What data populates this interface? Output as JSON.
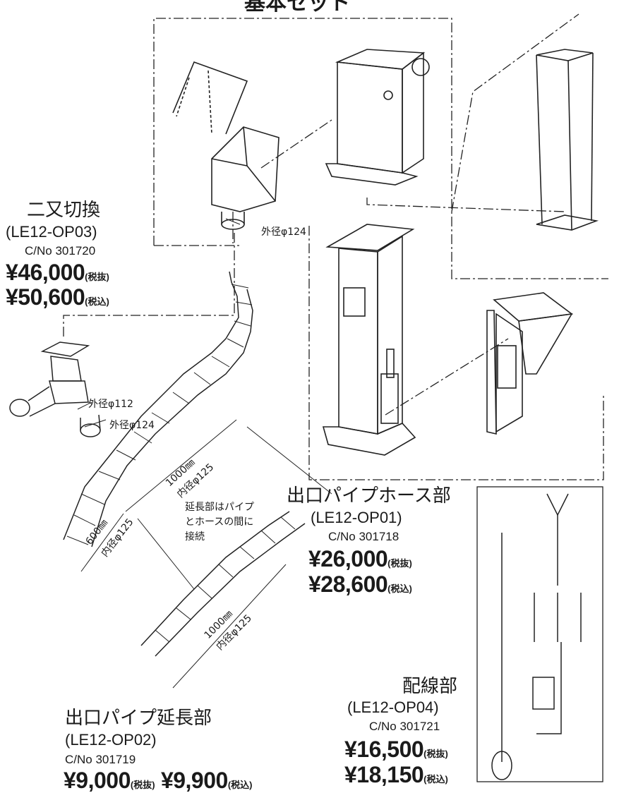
{
  "header": {
    "title": "基本セット"
  },
  "parts": [
    {
      "name": "二又切換",
      "model": "(LE12-OP03)",
      "cno": "C/No 301720",
      "price_ex": "¥46,000",
      "price_ex_tag": "(税抜)",
      "price_in": "¥50,600",
      "price_in_tag": "(税込)"
    },
    {
      "name": "出口パイプホース部",
      "model": "(LE12-OP01)",
      "cno": "C/No 301718",
      "price_ex": "¥26,000",
      "price_ex_tag": "(税抜)",
      "price_in": "¥28,600",
      "price_in_tag": "(税込)"
    },
    {
      "name": "出口パイプ延長部",
      "model": "(LE12-OP02)",
      "cno": "C/No 301719",
      "price_ex": "¥9,000",
      "price_ex_tag": "(税抜)",
      "price_in": "¥9,900",
      "price_in_tag": "(税込)"
    },
    {
      "name": "配線部",
      "model": "(LE12-OP04)",
      "cno": "C/No 301721",
      "price_ex": "¥16,500",
      "price_ex_tag": "(税抜)",
      "price_in": "¥18,150",
      "price_in_tag": "(税込)"
    }
  ],
  "annotations": {
    "od124_top": "外径φ124",
    "od112": "外径φ112",
    "od124_side": "外径φ124",
    "pipe_len": "1000㎜",
    "pipe_id": "内径φ125",
    "hose_len": "600㎜",
    "hose_id": "内径φ125",
    "ext_len": "1000㎜",
    "ext_id": "内径φ125",
    "note_line1": "延長部はパイプ",
    "note_line2": "とホースの間に",
    "note_line3": "接続"
  }
}
